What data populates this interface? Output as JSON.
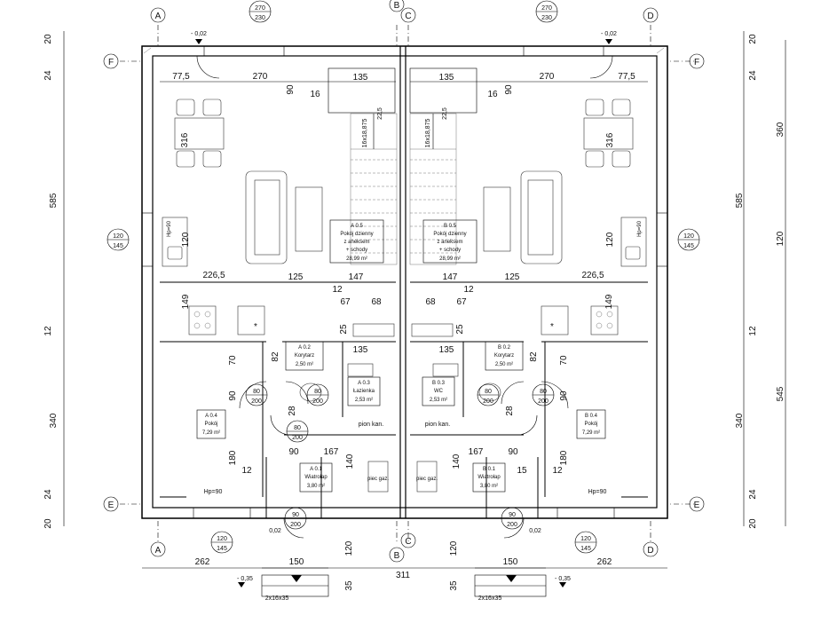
{
  "axes": {
    "A": "A",
    "B": "B",
    "C": "C",
    "D": "D",
    "E": "E",
    "F": "F"
  },
  "dims_left": [
    "20",
    "24",
    "585",
    "12",
    "340",
    "24",
    "20"
  ],
  "dims_right": [
    "20",
    "24",
    "360",
    "585",
    "120",
    "12",
    "545",
    "340",
    "24",
    "20"
  ],
  "dims_bottom": [
    "262",
    "150",
    "311",
    "150",
    "262",
    "120",
    "120",
    "35",
    "35"
  ],
  "window_top_left": {
    "width": "270",
    "height": "230"
  },
  "window_top_right": {
    "width": "270",
    "height": "230"
  },
  "window_side": {
    "width": "120",
    "height": "145",
    "sill": "Hp=90"
  },
  "window_bottom": {
    "width": "120",
    "height": "145",
    "sill": "Hp=90"
  },
  "door": {
    "width": "80",
    "height": "200"
  },
  "door_entry": {
    "width": "90",
    "height": "200"
  },
  "levels": {
    "top": "- 0,02",
    "entry": "0,02",
    "ground": "- 0,35"
  },
  "stairs_ext": "2x16x35",
  "stairs_label": "16x18,875",
  "stairs_step": "22,5",
  "interior_dims": [
    "77,5",
    "270",
    "90",
    "16",
    "135",
    "316",
    "120",
    "226,5",
    "125",
    "147",
    "12",
    "67",
    "68",
    "149",
    "25",
    "135",
    "82",
    "70",
    "90",
    "28",
    "167",
    "140",
    "180",
    "12",
    "15",
    "90"
  ],
  "rooms_left": [
    {
      "id": "A 0.5",
      "lines": [
        "Pokój dzienny",
        "z aneksem",
        "+ schody"
      ],
      "area": "28,99 m²"
    },
    {
      "id": "A 0.2",
      "lines": [
        "Korytarz"
      ],
      "area": "2,50 m²"
    },
    {
      "id": "A 0.3",
      "lines": [
        "Łazienka"
      ],
      "area": "2,53 m²"
    },
    {
      "id": "A 0.4",
      "lines": [
        "Pokój"
      ],
      "area": "7,29 m²"
    },
    {
      "id": "A 0.1",
      "lines": [
        "Wiatrołap"
      ],
      "area": "3,80 m²"
    }
  ],
  "rooms_right": [
    {
      "id": "B 0.5",
      "lines": [
        "Pokój dzienny",
        "z aneksem",
        "+ schody"
      ],
      "area": "28,99 m²"
    },
    {
      "id": "B 0.2",
      "lines": [
        "Korytarz"
      ],
      "area": "2,50 m²"
    },
    {
      "id": "B 0.3",
      "lines": [
        "WC"
      ],
      "area": "2,53 m²"
    },
    {
      "id": "B 0.4",
      "lines": [
        "Pokój"
      ],
      "area": "7,29 m²"
    },
    {
      "id": "B 0.1",
      "lines": [
        "Wiatrołap"
      ],
      "area": "3,80 m²"
    }
  ],
  "labels": {
    "pion_kan": "pion kan.",
    "piec": "piec gaz."
  }
}
